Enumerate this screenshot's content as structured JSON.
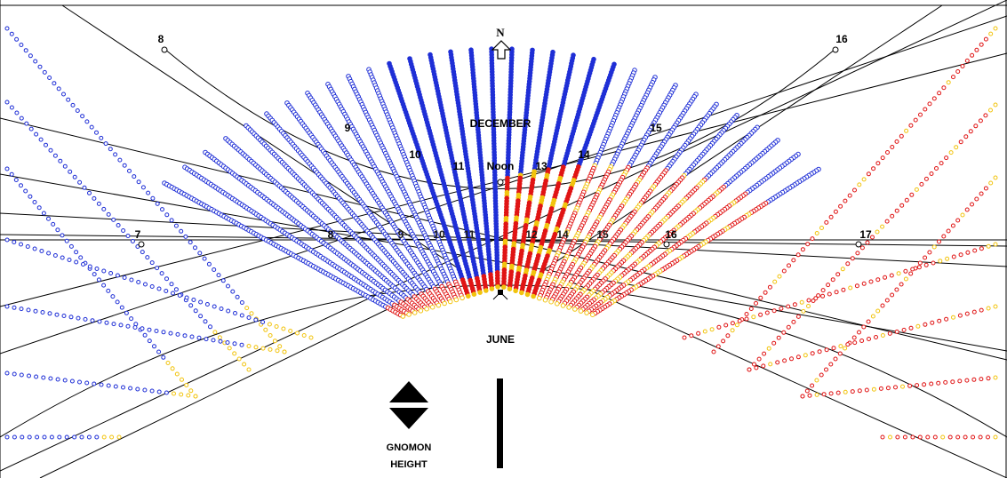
{
  "labels": {
    "north": "N",
    "december": "DECEMBER",
    "june": "JUNE",
    "gnomon_line1": "GNOMON",
    "gnomon_line2": "HEIGHT"
  },
  "hours_top": [
    "8",
    "9",
    "10",
    "11",
    "Noon",
    "13",
    "14",
    "15",
    "16"
  ],
  "hours_mid": [
    "7",
    "8",
    "9",
    "10",
    "11",
    "12",
    "14",
    "15",
    "16",
    "17"
  ],
  "colors": {
    "blue": "#1f2fd6",
    "blue_fill": "#2a3cf0",
    "red": "#e01515",
    "yellow": "#f2c40f",
    "line": "#000000"
  },
  "icons": {
    "north": "north-arrow-icon",
    "height": "up-down-triangle-icon",
    "gnomon": "gnomon-bar-icon",
    "origin": "gnomon-base-icon"
  }
}
